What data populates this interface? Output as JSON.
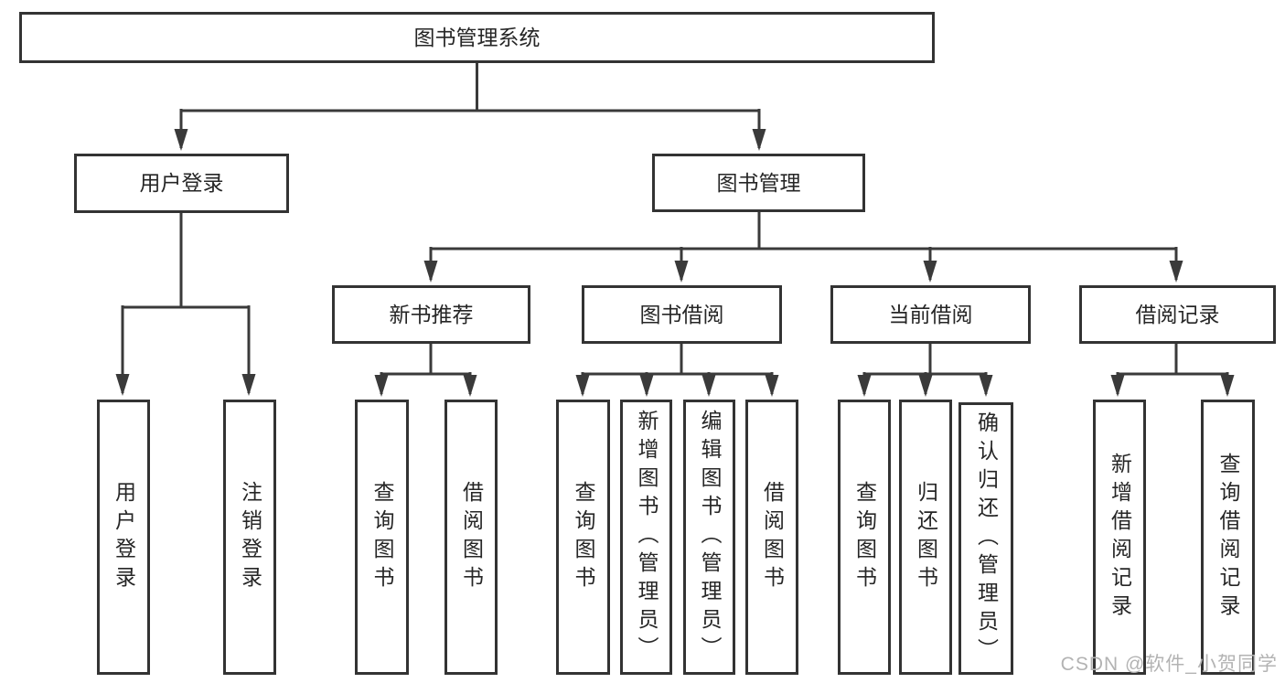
{
  "diagram": {
    "root": "图书管理系统",
    "level2": {
      "user_login": "用户登录",
      "book_management": "图书管理"
    },
    "level3": {
      "new_book_recommend": "新书推荐",
      "book_borrowing": "图书借阅",
      "current_borrowing": "当前借阅",
      "borrowing_records": "借阅记录"
    },
    "leaves": {
      "user_login": "用户登录",
      "logout": "注销登录",
      "recommend_query": "查询图书",
      "recommend_borrow": "借阅图书",
      "borrowing_query": "查询图书",
      "borrowing_add": "新增图书（管理员）",
      "borrowing_edit": "编辑图书（管理员）",
      "borrowing_borrow": "借阅图书",
      "current_query": "查询图书",
      "current_return": "归还图书",
      "current_confirm": "确认归还（管理员）",
      "records_add": "新增借阅记录",
      "records_query": "查询借阅记录"
    }
  },
  "watermark": "CSDN @软件_小贺同学",
  "colors": {
    "line": "#3a3a3a",
    "box_border": "#333333",
    "text": "#262626",
    "watermark": "#b3b3b3",
    "background": "#ffffff"
  }
}
